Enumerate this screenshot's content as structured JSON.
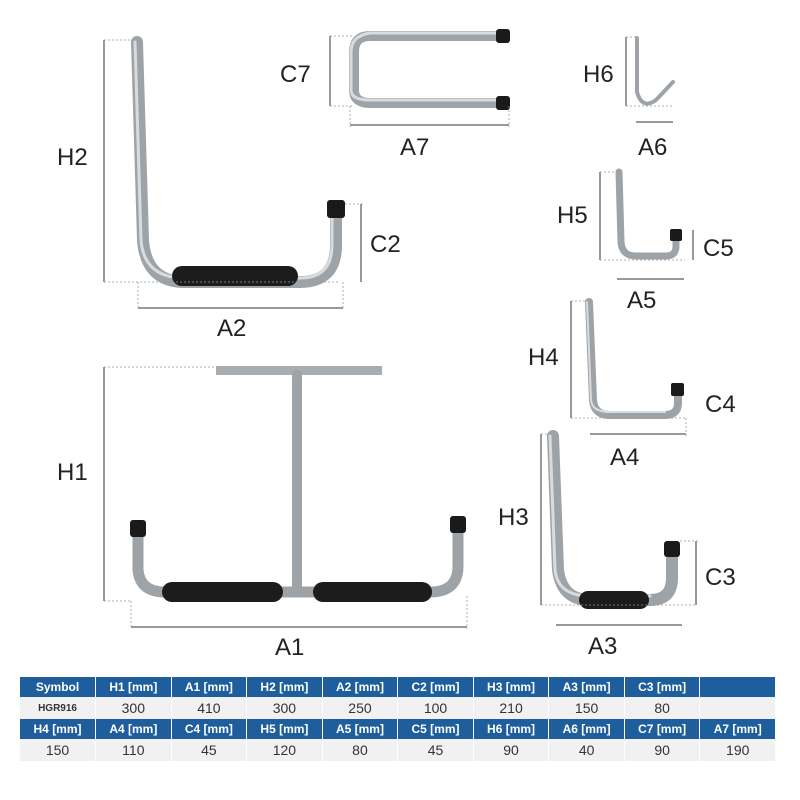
{
  "labels": {
    "H1": "H1",
    "A1": "A1",
    "H2": "H2",
    "A2": "A2",
    "C2": "C2",
    "H3": "H3",
    "A3": "A3",
    "C3": "C3",
    "H4": "H4",
    "A4": "A4",
    "C4": "C4",
    "H5": "H5",
    "A5": "A5",
    "C5": "C5",
    "H6": "H6",
    "A6": "A6",
    "C7": "C7",
    "A7": "A7"
  },
  "table": {
    "row1_headers": [
      "Symbol",
      "H1 [mm]",
      "A1 [mm]",
      "H2 [mm]",
      "A2 [mm]",
      "C2 [mm]",
      "H3 [mm]",
      "A3 [mm]",
      "C3 [mm]",
      ""
    ],
    "row1_values": [
      "HGR916",
      "300",
      "410",
      "300",
      "250",
      "100",
      "210",
      "150",
      "80",
      ""
    ],
    "row2_headers": [
      "H4 [mm]",
      "A4 [mm]",
      "C4 [mm]",
      "H5 [mm]",
      "A5 [mm]",
      "C5 [mm]",
      "H6 [mm]",
      "A6 [mm]",
      "C7 [mm]",
      "A7 [mm]"
    ],
    "row2_values": [
      "150",
      "110",
      "45",
      "120",
      "80",
      "45",
      "90",
      "40",
      "90",
      "190"
    ]
  },
  "colors": {
    "header_bg": "#1f5e9c",
    "metal": "#9ea3a8",
    "grip": "#1c1c1c"
  }
}
